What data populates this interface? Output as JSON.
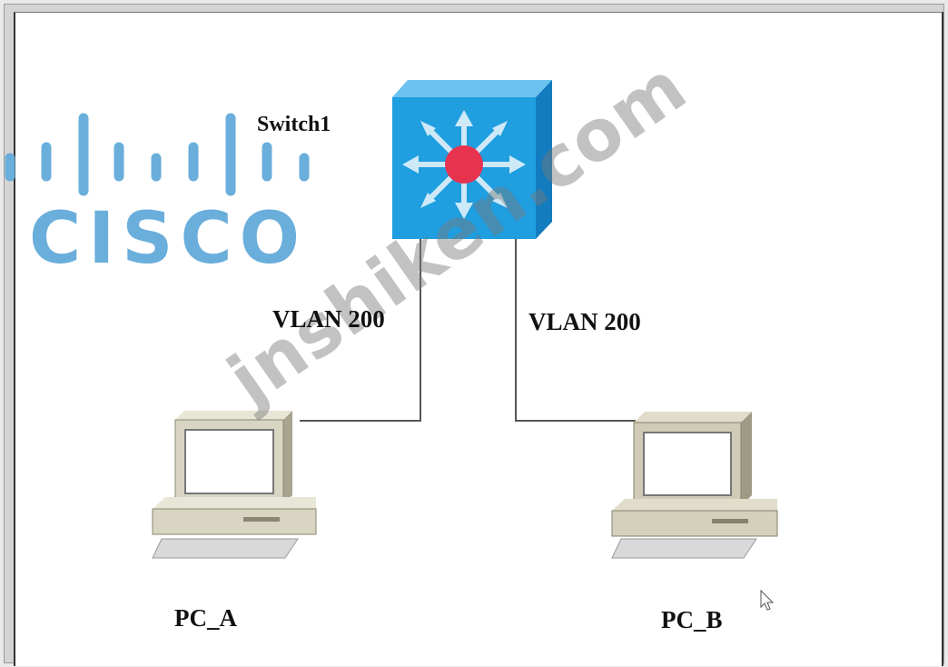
{
  "logo": {
    "text": "CISCO",
    "color": "#6aaedb"
  },
  "watermark": {
    "text": "jnshiken.com"
  },
  "switch": {
    "label": "Switch1",
    "body_color": "#1f9ee0",
    "center_color": "#e8334f"
  },
  "links": [
    {
      "label": "VLAN 200"
    },
    {
      "label": "VLAN 200"
    }
  ],
  "hosts": [
    {
      "label": "PC_A"
    },
    {
      "label": "PC_B"
    }
  ],
  "cursor": {
    "icon": "mouse-pointer-icon"
  }
}
